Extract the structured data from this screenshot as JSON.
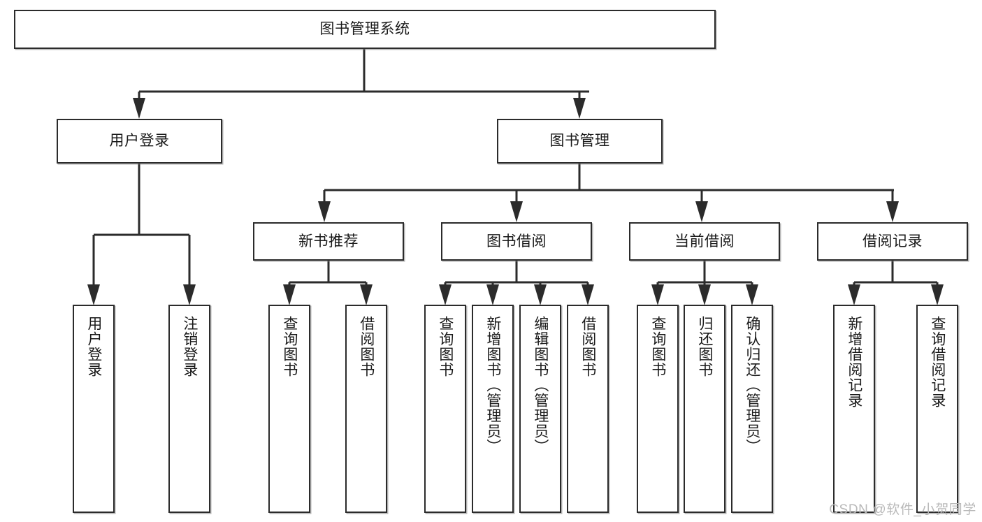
{
  "diagram": {
    "title": "图书管理系统",
    "watermark": "CSDN @软件_小贺同学",
    "line_color": "#2b2b2b",
    "box_fill": "#ffffff",
    "text_color": "#1a1a1a",
    "root": {
      "label": "图书管理系统"
    },
    "level2": [
      {
        "label": "用户登录"
      },
      {
        "label": "图书管理"
      }
    ],
    "level3": [
      {
        "label": "新书推荐"
      },
      {
        "label": "图书借阅"
      },
      {
        "label": "当前借阅"
      },
      {
        "label": "借阅记录"
      }
    ],
    "leaves": {
      "user_login": [
        {
          "label": "用户登录"
        },
        {
          "label": "注销登录"
        }
      ],
      "new_book_recommend": [
        {
          "label": "查询图书"
        },
        {
          "label": "借阅图书"
        }
      ],
      "book_borrow": [
        {
          "label": "查询图书"
        },
        {
          "label": "新增图书（管理员）"
        },
        {
          "label": "编辑图书（管理员）"
        },
        {
          "label": "借阅图书"
        }
      ],
      "current_borrow": [
        {
          "label": "查询图书"
        },
        {
          "label": "归还图书"
        },
        {
          "label": "确认归还（管理员）"
        }
      ],
      "borrow_records": [
        {
          "label": "新增借阅记录"
        },
        {
          "label": "查询借阅记录"
        }
      ]
    }
  }
}
